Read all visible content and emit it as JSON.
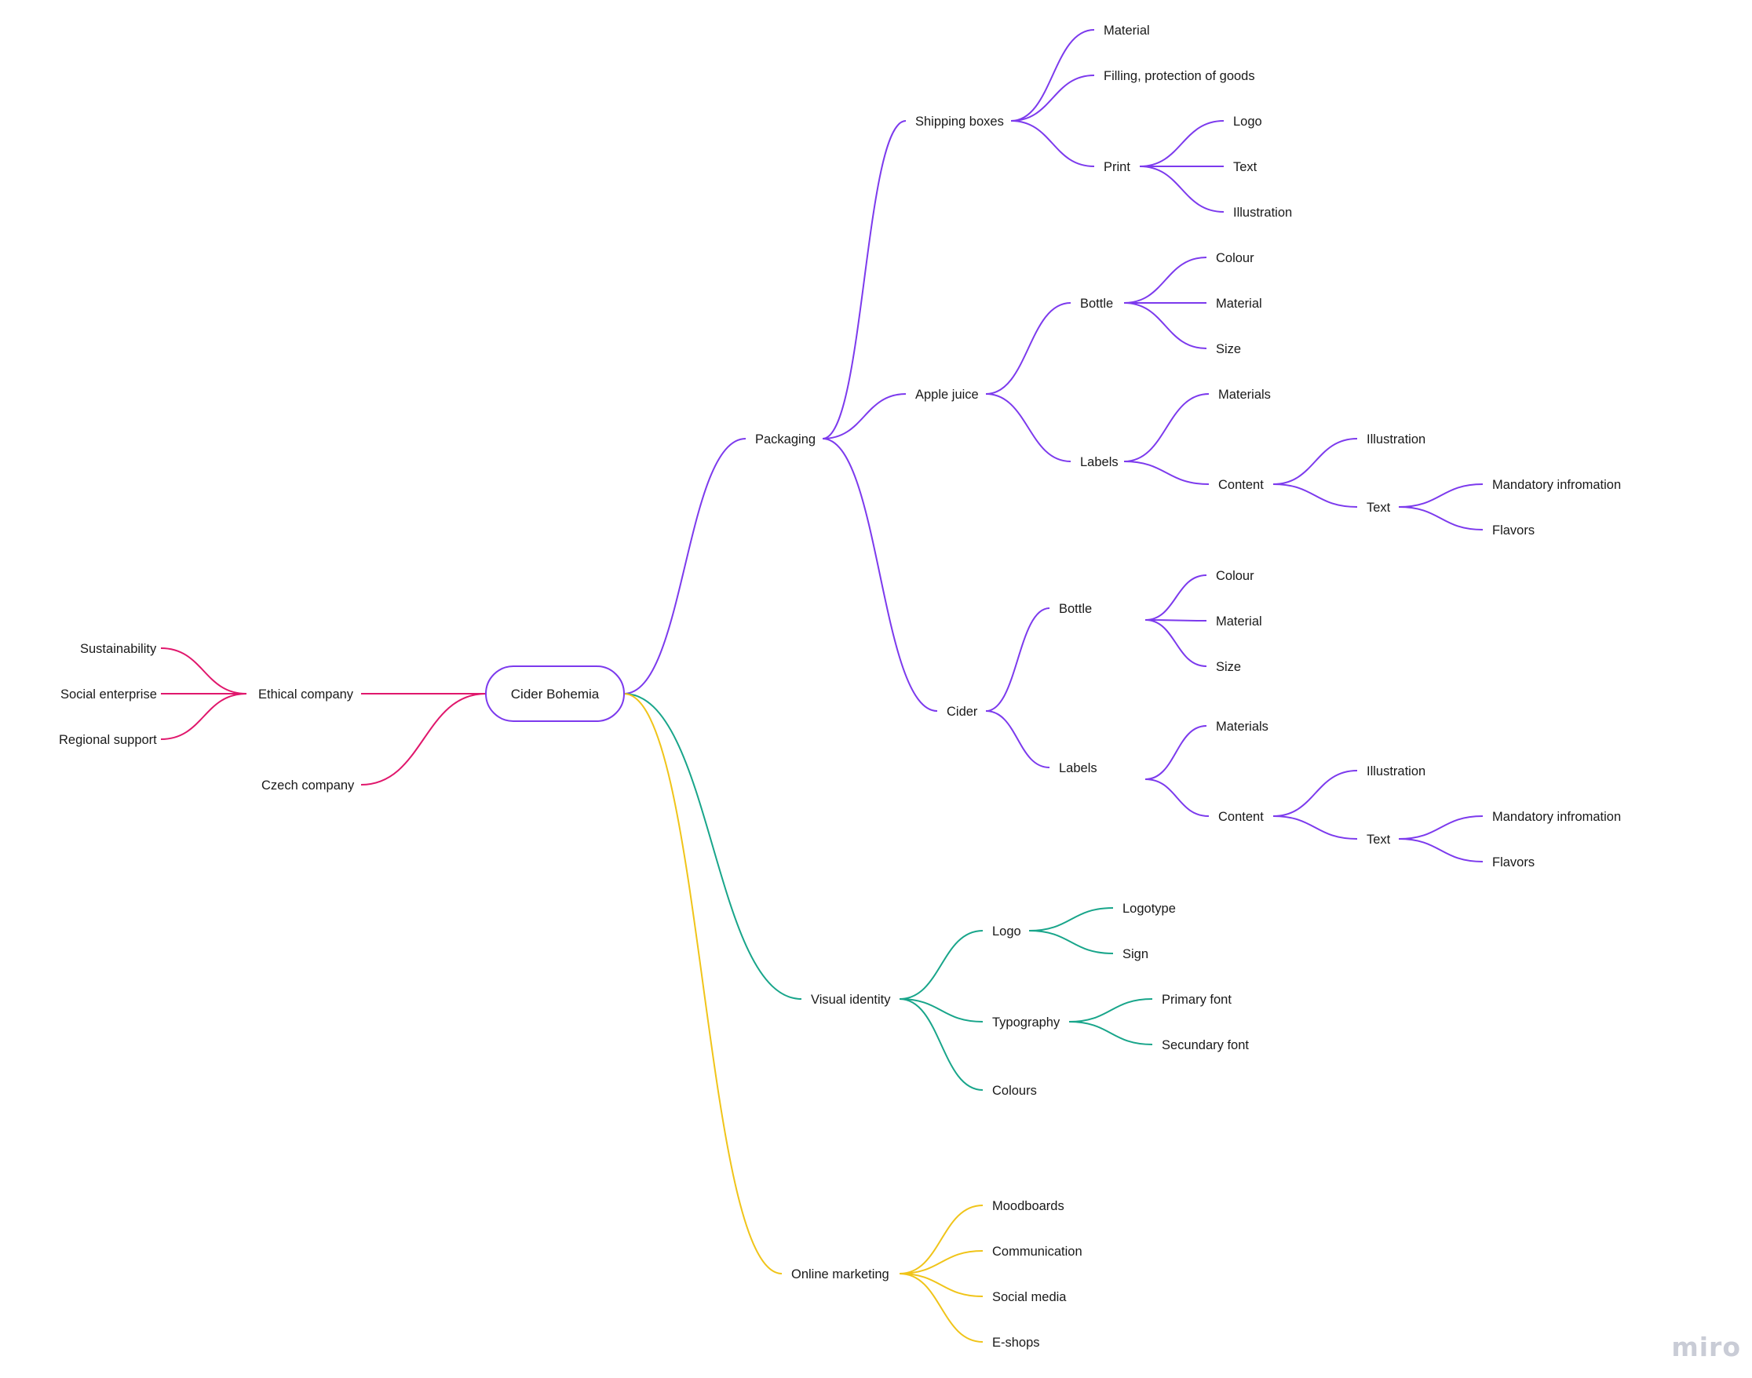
{
  "colors": {
    "packaging": "#7c3aed",
    "visual_identity": "#18a58a",
    "online_marketing": "#f0c419",
    "ethical": "#e0176c",
    "root_border": "#7c3aed",
    "text": "#1a1a1a",
    "watermark": "#c9ccd6"
  },
  "watermark": "miro",
  "root": {
    "id": "root",
    "label": "Cider Bohemia",
    "children": [
      {
        "id": "packaging",
        "label": "Packaging",
        "color": "packaging",
        "children": [
          {
            "id": "shipping-boxes",
            "label": "Shipping boxes",
            "children": [
              {
                "id": "sb-material",
                "label": "Material"
              },
              {
                "id": "sb-filling",
                "label": "Filling, protection of goods"
              },
              {
                "id": "sb-print",
                "label": "Print",
                "children": [
                  {
                    "id": "sb-print-logo",
                    "label": "Logo"
                  },
                  {
                    "id": "sb-print-text",
                    "label": "Text"
                  },
                  {
                    "id": "sb-print-illustration",
                    "label": "Illustration"
                  }
                ]
              }
            ]
          },
          {
            "id": "apple-juice",
            "label": "Apple juice",
            "children": [
              {
                "id": "aj-bottle",
                "label": "Bottle",
                "children": [
                  {
                    "id": "aj-bottle-colour",
                    "label": "Colour"
                  },
                  {
                    "id": "aj-bottle-material",
                    "label": "Material"
                  },
                  {
                    "id": "aj-bottle-size",
                    "label": "Size"
                  }
                ]
              },
              {
                "id": "aj-labels",
                "label": "Labels",
                "children": [
                  {
                    "id": "aj-labels-materials",
                    "label": "Materials"
                  },
                  {
                    "id": "aj-labels-content",
                    "label": "Content",
                    "children": [
                      {
                        "id": "aj-content-illustration",
                        "label": "Illustration"
                      },
                      {
                        "id": "aj-content-text",
                        "label": "Text",
                        "children": [
                          {
                            "id": "aj-text-mandatory",
                            "label": "Mandatory infromation"
                          },
                          {
                            "id": "aj-text-flavors",
                            "label": "Flavors"
                          }
                        ]
                      }
                    ]
                  }
                ]
              }
            ]
          },
          {
            "id": "cider",
            "label": "Cider",
            "children": [
              {
                "id": "c-bottle",
                "label": "Bottle",
                "children": [
                  {
                    "id": "c-bottle-colour",
                    "label": "Colour"
                  },
                  {
                    "id": "c-bottle-material",
                    "label": "Material"
                  },
                  {
                    "id": "c-bottle-size",
                    "label": "Size"
                  }
                ]
              },
              {
                "id": "c-labels",
                "label": "Labels",
                "children": [
                  {
                    "id": "c-labels-materials",
                    "label": "Materials"
                  },
                  {
                    "id": "c-labels-content",
                    "label": "Content",
                    "children": [
                      {
                        "id": "c-content-illustration",
                        "label": "Illustration"
                      },
                      {
                        "id": "c-content-text",
                        "label": "Text",
                        "children": [
                          {
                            "id": "c-text-mandatory",
                            "label": "Mandatory infromation"
                          },
                          {
                            "id": "c-text-flavors",
                            "label": "Flavors"
                          }
                        ]
                      }
                    ]
                  }
                ]
              }
            ]
          }
        ]
      },
      {
        "id": "visual-identity",
        "label": "Visual identity",
        "color": "visual_identity",
        "children": [
          {
            "id": "vi-logo",
            "label": "Logo",
            "children": [
              {
                "id": "vi-logotype",
                "label": "Logotype"
              },
              {
                "id": "vi-sign",
                "label": "Sign"
              }
            ]
          },
          {
            "id": "vi-typography",
            "label": "Typography",
            "children": [
              {
                "id": "vi-primary-font",
                "label": "Primary font"
              },
              {
                "id": "vi-secundary-font",
                "label": "Secundary font"
              }
            ]
          },
          {
            "id": "vi-colours",
            "label": "Colours"
          }
        ]
      },
      {
        "id": "online-marketing",
        "label": "Online marketing",
        "color": "online_marketing",
        "children": [
          {
            "id": "om-moodboards",
            "label": "Moodboards"
          },
          {
            "id": "om-communication",
            "label": "Communication"
          },
          {
            "id": "om-social-media",
            "label": "Social media"
          },
          {
            "id": "om-eshops",
            "label": "E-shops"
          }
        ]
      },
      {
        "id": "ethical-company",
        "label": "Ethical company",
        "color": "ethical",
        "side": "left",
        "children": [
          {
            "id": "ec-sustainability",
            "label": "Sustainability"
          },
          {
            "id": "ec-social-enterprise",
            "label": "Social enterprise"
          },
          {
            "id": "ec-regional-support",
            "label": "Regional support"
          }
        ]
      },
      {
        "id": "czech-company",
        "label": "Czech company",
        "color": "ethical",
        "side": "left"
      }
    ]
  }
}
